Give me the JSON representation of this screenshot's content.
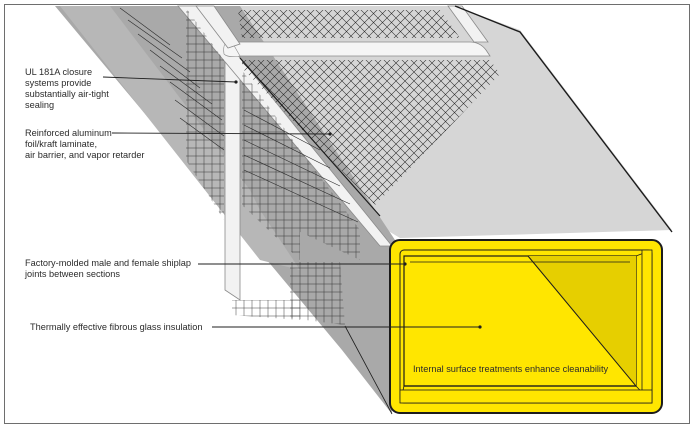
{
  "callouts": {
    "closure": [
      "UL 181A closure",
      "systems provide",
      "substantially air-tight",
      "sealing"
    ],
    "foil": [
      "Reinforced aluminum",
      "foil/kraft laminate,",
      "air barrier, and vapor retarder"
    ],
    "shiplap": [
      "Factory-molded male and female shiplap",
      "joints between sections"
    ],
    "insulation": [
      "Thermally effective fibrous glass insulation"
    ],
    "surface": [
      "Internal surface treatments enhance cleanability"
    ]
  },
  "colors": {
    "duct_top": "#d6d6d6",
    "duct_side": "#a9a9a9",
    "duct_fill": "#c4c4c4",
    "mesh": "#2a2a2a",
    "insulation_yellow": "#ffe600",
    "insulation_dark_yellow": "#e6cf00",
    "outline": "#1c1c1c",
    "leader": "#1f1f1f"
  }
}
